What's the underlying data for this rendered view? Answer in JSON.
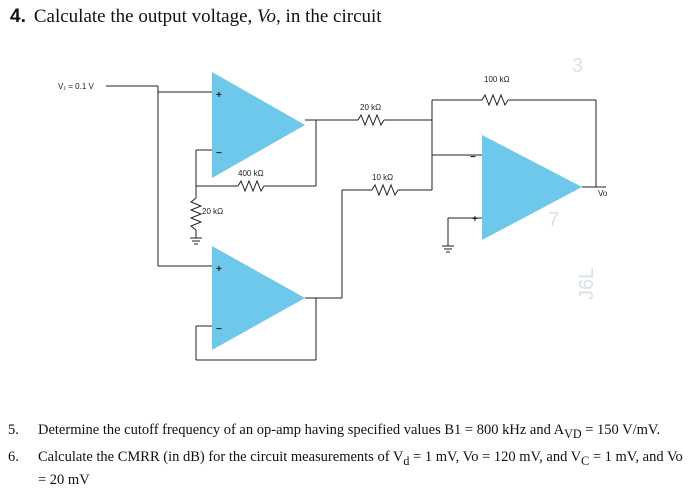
{
  "question4": {
    "number": "4.",
    "text_before": "Calculate the output voltage,",
    "var": "Vo",
    "text_after": ", in the circuit"
  },
  "circuit": {
    "v1_label": "V₁ = 0.1 V",
    "r1": "20 kΩ",
    "r2": "400 kΩ",
    "r3": "20 kΩ",
    "r4": "10 kΩ",
    "r5": "100 kΩ",
    "vo_label": "Vo",
    "plus": "+",
    "minus": "−",
    "op_amp_color": "#6ec8ec",
    "watermarks": [
      "3",
      "7",
      "J6L"
    ]
  },
  "questions": [
    {
      "number": "5.",
      "text": "Determine the cutoff frequency of an op-amp having specified values B1 = 800 kHz and A",
      "sub": "VD",
      "text_end": " = 150 V/mV."
    },
    {
      "number": "6.",
      "text": "Calculate the CMRR (in dB) for the circuit measurements of V",
      "sub1": "d",
      "mid": " = 1 mV, Vo = 120 mV, and V",
      "sub2": "C",
      "text_end": " = 1 mV, and Vo = 20 mV"
    }
  ]
}
